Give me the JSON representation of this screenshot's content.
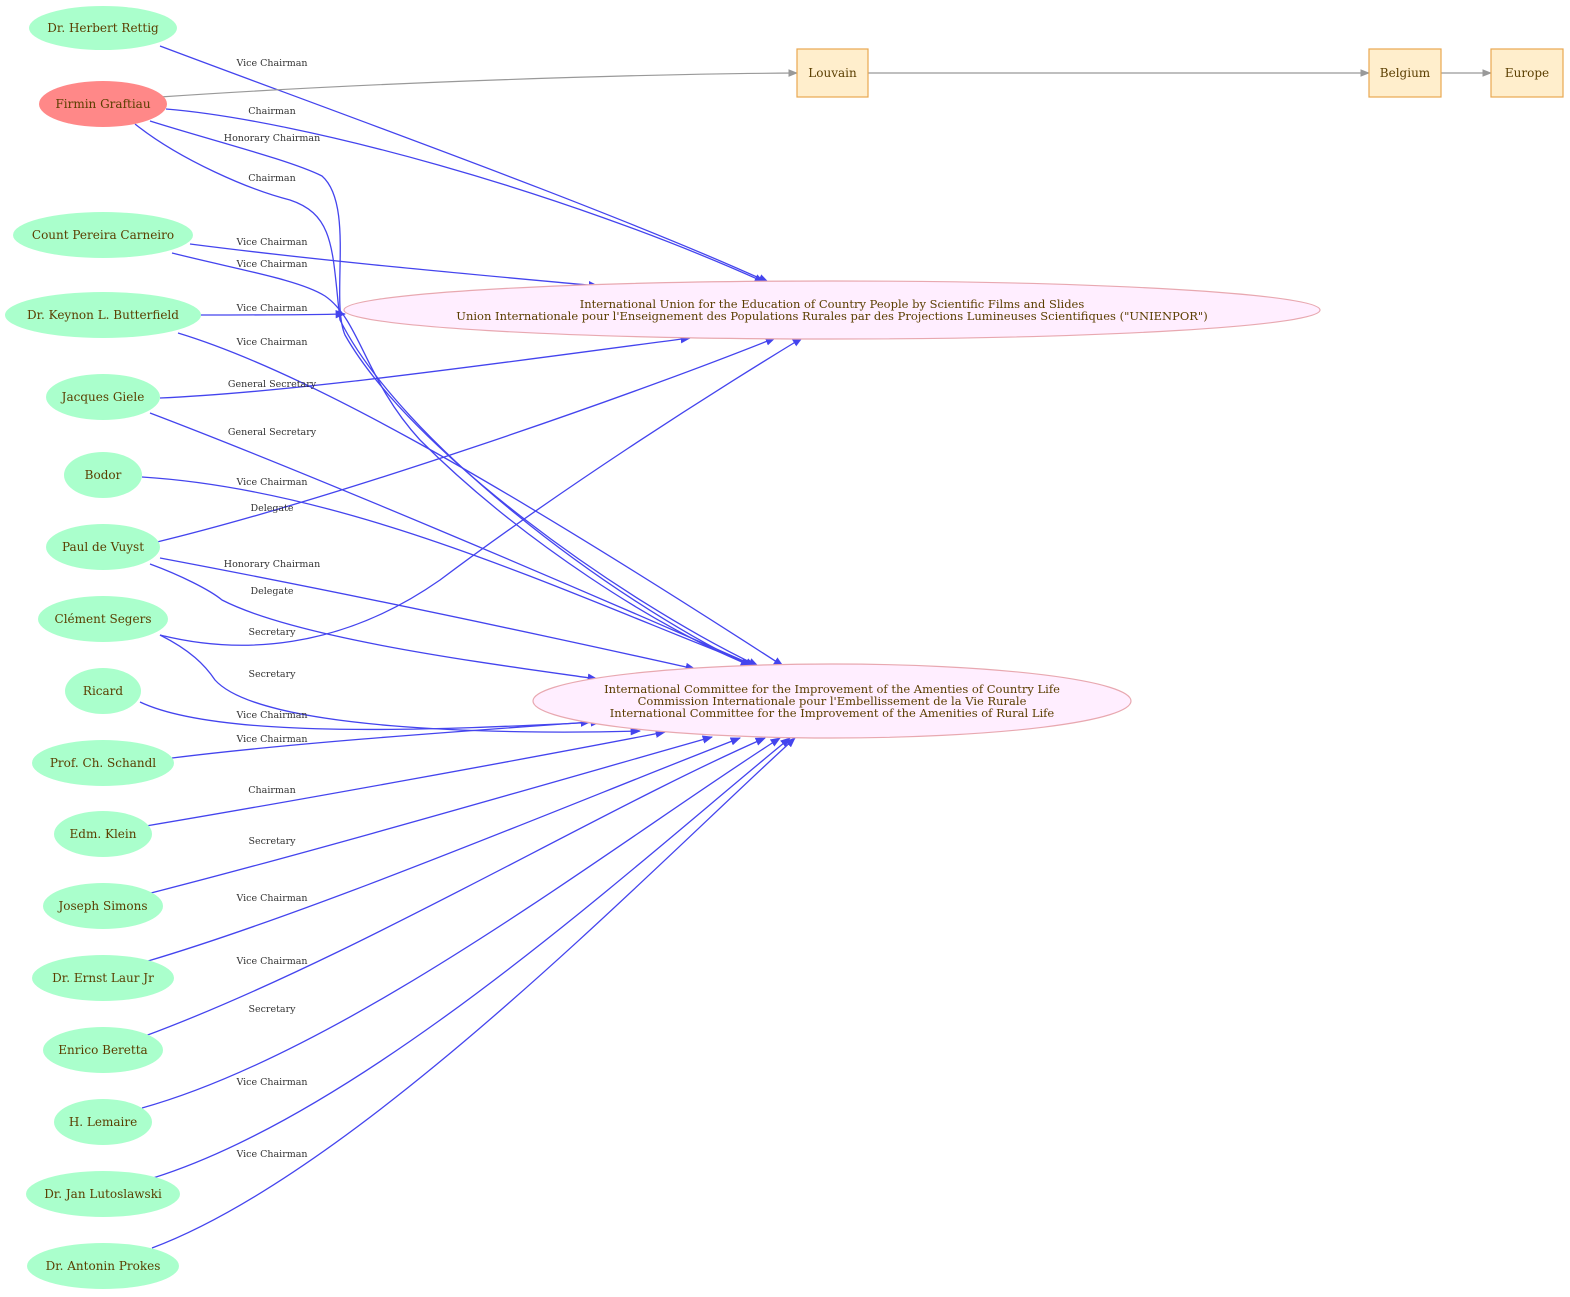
{
  "colors": {
    "person_fill": "#aaffcc",
    "highlight_fill": "#ff8888",
    "org_fill": "#ffeeff",
    "org_stroke": "#e8a8b0",
    "place_fill": "#ffeecc",
    "place_stroke": "#e8a850",
    "edge_role": "#4444ee",
    "edge_place": "#999999"
  },
  "people": [
    {
      "id": "rettig",
      "label": "Dr. Herbert Rettig"
    },
    {
      "id": "graftiau",
      "label": "Firmin Graftiau",
      "highlight": true
    },
    {
      "id": "carneiro",
      "label": "Count Pereira Carneiro"
    },
    {
      "id": "butterfield",
      "label": "Dr. Keynon L. Butterfield"
    },
    {
      "id": "giele",
      "label": "Jacques Giele"
    },
    {
      "id": "bodor",
      "label": "Bodor"
    },
    {
      "id": "vuyst",
      "label": "Paul de Vuyst"
    },
    {
      "id": "segers",
      "label": "Clément Segers"
    },
    {
      "id": "ricard",
      "label": "Ricard"
    },
    {
      "id": "schandl",
      "label": "Prof. Ch. Schandl"
    },
    {
      "id": "klein",
      "label": "Edm. Klein"
    },
    {
      "id": "simons",
      "label": "Joseph Simons"
    },
    {
      "id": "laur",
      "label": "Dr. Ernst  Laur Jr"
    },
    {
      "id": "beretta",
      "label": "Enrico Beretta"
    },
    {
      "id": "lemaire",
      "label": "H. Lemaire"
    },
    {
      "id": "lutoslawski",
      "label": "Dr. Jan Lutoslawski"
    },
    {
      "id": "prokes",
      "label": "Dr. Antonin Prokes"
    }
  ],
  "organizations": [
    {
      "id": "unienpor",
      "lines": [
        "International Union for the Education of Country People by Scientific Films and Slides",
        "Union Internationale pour l'Enseignement des Populations Rurales par des Projections Lumineuses Scientifiques (\"UNIENPOR\")"
      ]
    },
    {
      "id": "amenities",
      "lines": [
        "International Committee for the Improvement of the Amenties of Country Life",
        "Commission Internationale pour l'Embellissement de la Vie Rurale",
        "International Committee for the Improvement of the Amenities of Rural Life"
      ]
    }
  ],
  "places": [
    {
      "id": "louvain",
      "label": "Louvain"
    },
    {
      "id": "belgium",
      "label": "Belgium"
    },
    {
      "id": "europe",
      "label": "Europe"
    }
  ],
  "edges": [
    {
      "from": "rettig",
      "to": "unienpor",
      "label": "Vice Chairman"
    },
    {
      "from": "graftiau",
      "to": "louvain",
      "label": ""
    },
    {
      "from": "graftiau",
      "to": "unienpor",
      "label": "Chairman"
    },
    {
      "from": "graftiau",
      "to": "amenities",
      "label": "Honorary Chairman"
    },
    {
      "from": "graftiau",
      "to": "amenities",
      "label": "Chairman"
    },
    {
      "from": "carneiro",
      "to": "unienpor",
      "label": "Vice Chairman"
    },
    {
      "from": "carneiro",
      "to": "amenities",
      "label": "Vice Chairman"
    },
    {
      "from": "butterfield",
      "to": "unienpor",
      "label": "Vice Chairman"
    },
    {
      "from": "butterfield",
      "to": "amenities",
      "label": "Vice Chairman"
    },
    {
      "from": "giele",
      "to": "unienpor",
      "label": "General Secretary"
    },
    {
      "from": "giele",
      "to": "amenities",
      "label": "General Secretary"
    },
    {
      "from": "bodor",
      "to": "amenities",
      "label": "Vice Chairman"
    },
    {
      "from": "vuyst",
      "to": "unienpor",
      "label": "Delegate"
    },
    {
      "from": "vuyst",
      "to": "amenities",
      "label": "Honorary Chairman"
    },
    {
      "from": "vuyst",
      "to": "amenities",
      "label": "Delegate"
    },
    {
      "from": "segers",
      "to": "unienpor",
      "label": "Secretary"
    },
    {
      "from": "segers",
      "to": "amenities",
      "label": "Secretary"
    },
    {
      "from": "ricard",
      "to": "amenities",
      "label": "Vice Chairman"
    },
    {
      "from": "schandl",
      "to": "amenities",
      "label": "Vice Chairman"
    },
    {
      "from": "klein",
      "to": "amenities",
      "label": "Chairman"
    },
    {
      "from": "simons",
      "to": "amenities",
      "label": "Secretary"
    },
    {
      "from": "laur",
      "to": "amenities",
      "label": "Vice Chairman"
    },
    {
      "from": "beretta",
      "to": "amenities",
      "label": "Vice Chairman"
    },
    {
      "from": "lemaire",
      "to": "amenities",
      "label": "Secretary"
    },
    {
      "from": "lutoslawski",
      "to": "amenities",
      "label": "Vice Chairman"
    },
    {
      "from": "prokes",
      "to": "amenities",
      "label": "Vice Chairman"
    },
    {
      "from": "louvain",
      "to": "belgium",
      "label": ""
    },
    {
      "from": "belgium",
      "to": "europe",
      "label": ""
    }
  ]
}
